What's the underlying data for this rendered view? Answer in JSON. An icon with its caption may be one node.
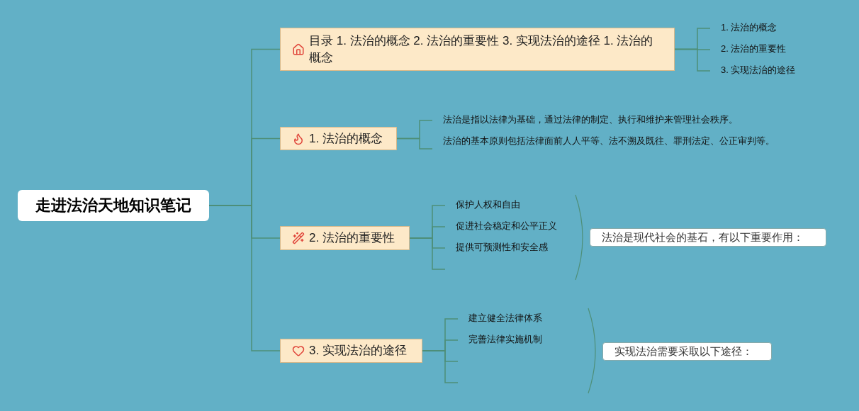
{
  "diagram": {
    "nodes": [
      {
        "text": [
          "走进法治天地知识笔记"
        ]
      },
      {
        "text": [
          "目录 1. 法治的概念 2. 法治的重要性 3. 实现法治的途径 1. 法治的概念"
        ]
      },
      {
        "text": [
          "1. 法治的概念"
        ]
      },
      {
        "text": [
          "2. 法治的重要性"
        ]
      },
      {
        "text": [
          "3. 实现法治的途径"
        ]
      },
      {
        "text": [
          "1. 法治的概念"
        ]
      },
      {
        "text": [
          "法治是指以法律为基础，通过法律的制定、执行和维护来管理社会秩序。"
        ]
      },
      {
        "text": [
          "法治的基本原则包括法律面前人人平等、法不溯及既往、罪刑法定、公正审判等。"
        ]
      },
      {
        "text": [
          "2. 法治的重要性"
        ]
      },
      {
        "text": [
          "保护人权和自由"
        ]
      },
      {
        "text": [
          "促进社会稳定和公平正义"
        ]
      },
      {
        "text": [
          "提供可预测性和安全感"
        ]
      },
      {
        "text": [
          "法治是现代社会的基石，有以下重要作用："
        ]
      },
      {
        "text": [
          "3. 实现法治的途径"
        ]
      },
      {
        "text": [
          "建立健全法律体系"
        ]
      },
      {
        "text": [
          "完善法律实施机制"
        ]
      },
      {
        "text": [
          "实现法治需要采取以下途径："
        ]
      }
    ],
    "edges": [
      {
        "from": 0,
        "to": 1,
        "arrow": "none"
      },
      {
        "from": 0,
        "to": 5,
        "arrow": "none"
      },
      {
        "from": 0,
        "to": 8,
        "arrow": "none"
      },
      {
        "from": 0,
        "to": 13,
        "arrow": "none"
      },
      {
        "from": 1,
        "to": 2,
        "arrow": "none"
      },
      {
        "from": 1,
        "to": 3,
        "arrow": "none"
      },
      {
        "from": 1,
        "to": 4,
        "arrow": "none"
      },
      {
        "from": 5,
        "to": 6,
        "arrow": "none"
      },
      {
        "from": 5,
        "to": 7,
        "arrow": "none"
      },
      {
        "from": 8,
        "to": 9,
        "arrow": "none"
      },
      {
        "from": 8,
        "to": 10,
        "arrow": "none"
      },
      {
        "from": 8,
        "to": 11,
        "arrow": "none"
      },
      {
        "from": 8,
        "to": null,
        "arrow": "none"
      },
      {
        "from": 13,
        "to": 14,
        "arrow": "none"
      },
      {
        "from": 13,
        "to": 15,
        "arrow": "none"
      },
      {
        "from": 13,
        "to": null,
        "arrow": "none"
      },
      {
        "from": 13,
        "to": null,
        "arrow": "none"
      }
    ]
  }
}
